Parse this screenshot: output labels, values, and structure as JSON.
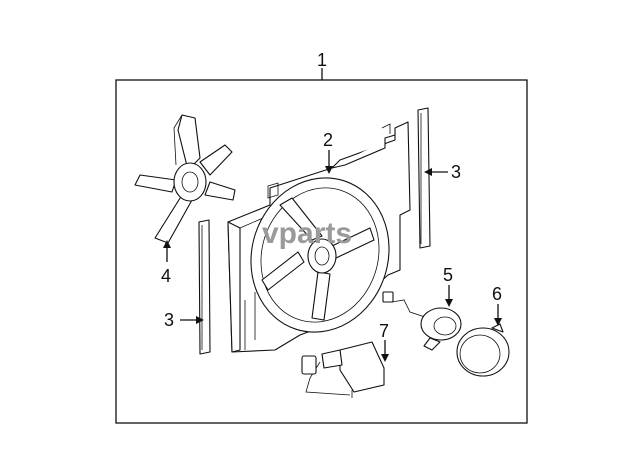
{
  "diagram": {
    "watermark": "vparts",
    "callouts": {
      "c1": "1",
      "c2": "2",
      "c3a": "3",
      "c3b": "3",
      "c4": "4",
      "c5": "5",
      "c6": "6",
      "c7": "7"
    }
  }
}
